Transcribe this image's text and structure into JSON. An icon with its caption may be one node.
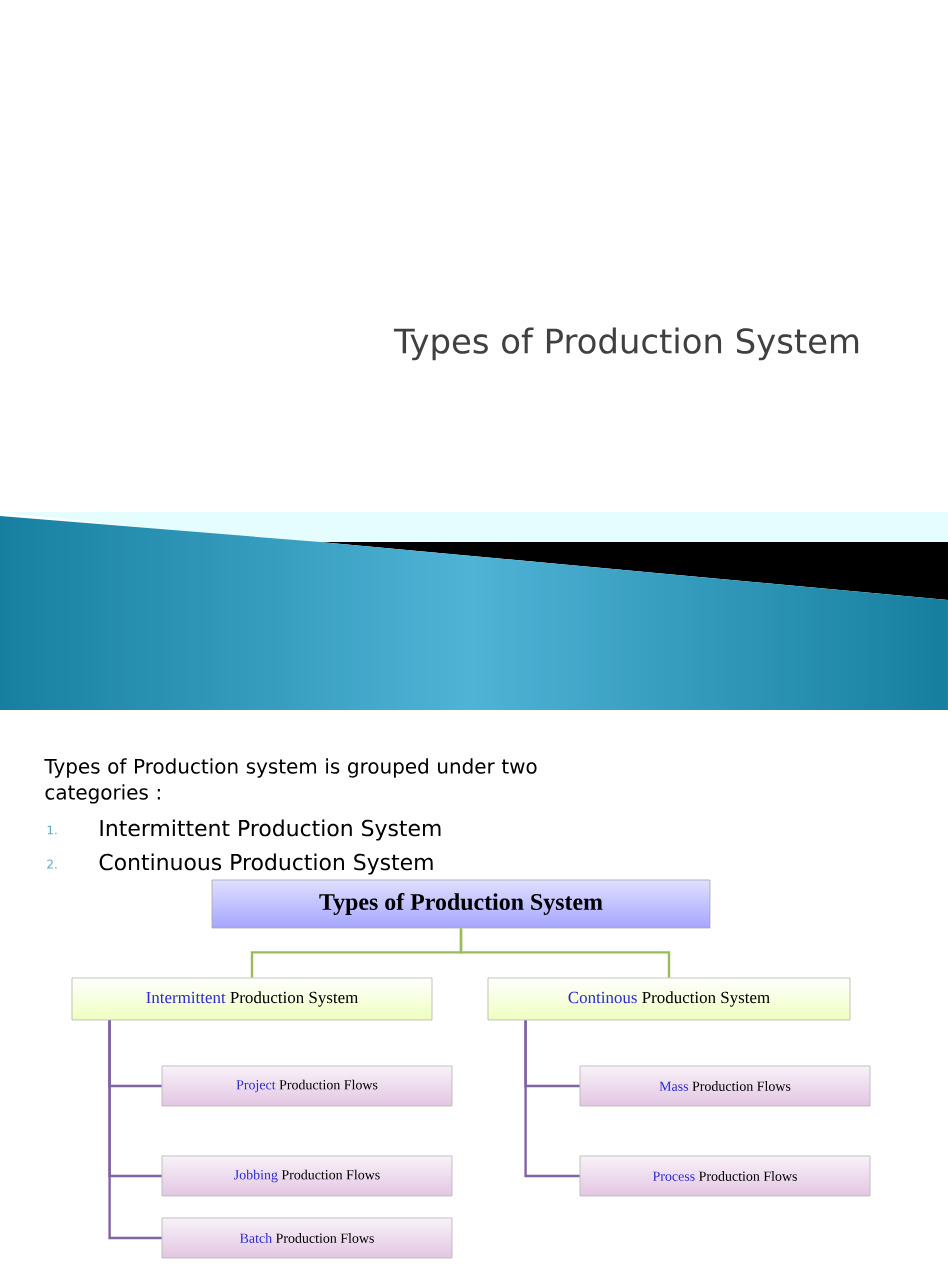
{
  "diagram": {
    "title": "Types of Production System",
    "nodes": [
      {
        "text": [
          "Types of Production System"
        ]
      },
      {
        "text": [
          "Intermittent",
          "Production System"
        ]
      },
      {
        "text": [
          "Continous",
          "Production System"
        ]
      },
      {
        "text": [
          "Project",
          "Production Flows"
        ]
      },
      {
        "text": [
          "Jobbing",
          "Production Flows"
        ]
      },
      {
        "text": [
          "Batch",
          "Production Flows"
        ]
      },
      {
        "text": [
          "Mass",
          "Production Flows"
        ]
      },
      {
        "text": [
          "Process",
          "Production Flows"
        ]
      }
    ],
    "edges": [
      {
        "from": 0,
        "to": 1,
        "arrow": "none",
        "color": "#9bbb59"
      },
      {
        "from": 0,
        "to": 2,
        "arrow": "none",
        "color": "#9bbb59"
      },
      {
        "from": 1,
        "to": 3,
        "arrow": "none"
      },
      {
        "from": 1,
        "to": 4,
        "arrow": "none"
      },
      {
        "from": 1,
        "to": 5,
        "arrow": "none"
      },
      {
        "from": 2,
        "to": 6,
        "arrow": "none"
      },
      {
        "from": 2,
        "to": 7,
        "arrow": "none"
      }
    ],
    "labels": [
      "Types of Production system is grouped under two categories :",
      "1.",
      "Intermittent Production System",
      "2.",
      "Continuous Production System"
    ]
  }
}
